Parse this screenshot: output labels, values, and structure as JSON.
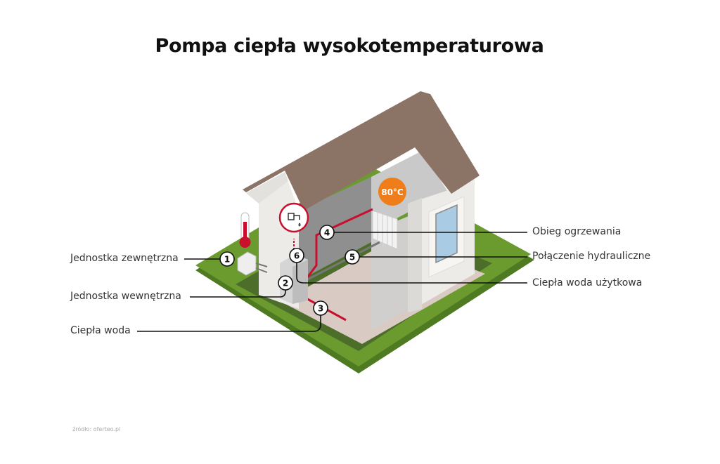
{
  "title": "Pompa ciepła wysokotemperaturowa",
  "temperature_badge": "80°C",
  "labels_left": [
    {
      "number": "1",
      "text": "Jednostka zewnętrzna"
    },
    {
      "number": "2",
      "text": "Jednostka wewnętrzna"
    },
    {
      "number": "3",
      "text": "Ciepła woda"
    }
  ],
  "labels_right": [
    {
      "number": "4",
      "text": "Obieg ogrzewania"
    },
    {
      "number": "5",
      "text": "Połączenie hydrauliczne"
    },
    {
      "number": "6",
      "text": "Ciepła woda użytkowa"
    }
  ],
  "source": "źródło: oferteo.pl",
  "icons": [
    "thermometer-icon",
    "water-tap-icon"
  ],
  "colors": {
    "roof": "#8B7366",
    "grass": "#6B9B2E",
    "grass_dark": "#4E7A22",
    "floor": "#D9CBC4",
    "pipe": "#C8102E",
    "badge": "#EE7D1A"
  }
}
